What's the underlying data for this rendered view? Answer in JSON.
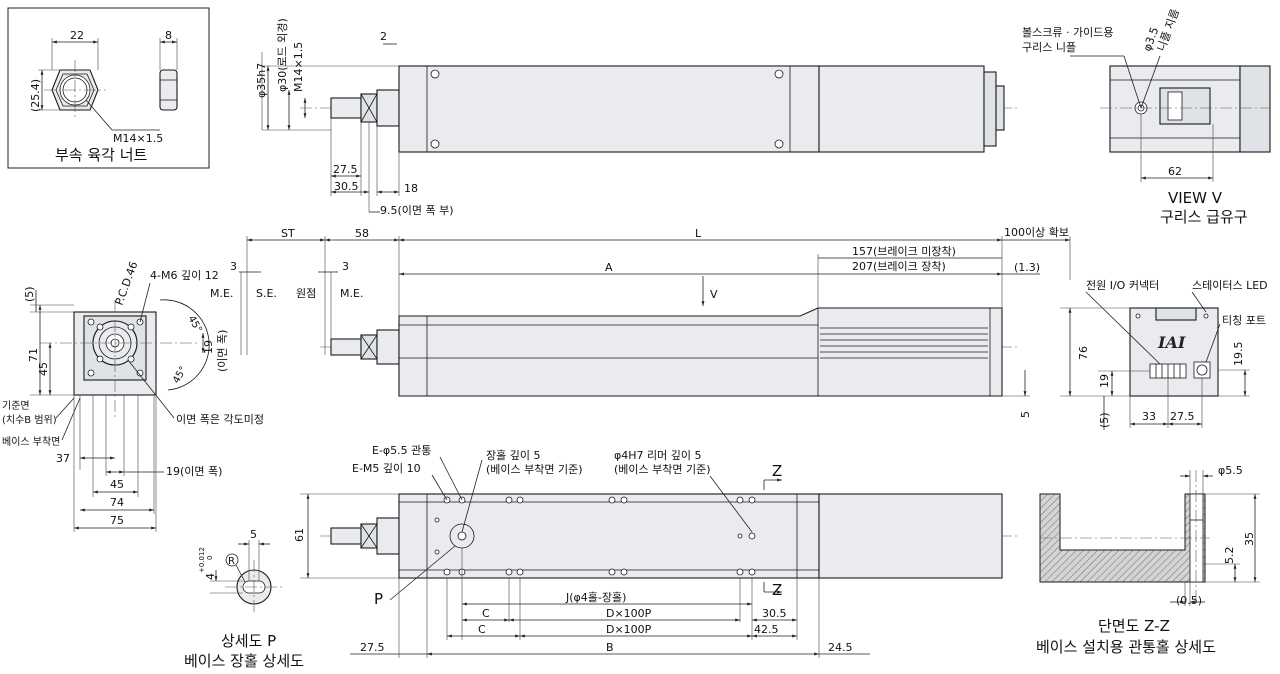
{
  "nut_view": {
    "title": "부속 육각 너트",
    "dim_width": "22",
    "dim_thick": "8",
    "dim_height": "(25.4)",
    "thread": "M14×1.5"
  },
  "side_top": {
    "dims": [
      "φ35h7",
      "φ30(로드 외경)",
      "M14×1.5",
      "2",
      "27.5",
      "30.5",
      "18",
      "9.5(이면 폭 부)"
    ]
  },
  "view_v": {
    "label_grease": "볼스크류 · 가이드용",
    "label_grease2": "구리스 니플",
    "nipple": "φ3.5",
    "nipple2": "니플 지름",
    "dim_62": "62",
    "title1": "VIEW V",
    "title2": "구리스 급유구"
  },
  "main_view": {
    "st": "ST",
    "d58": "58",
    "L": "L",
    "d100": "100이상 확보",
    "d157": "157(브레이크 미장착)",
    "d207": "207(브레이크 장착)",
    "A": "A",
    "d13": "(1.3)",
    "me1": "M.E.",
    "se": "S.E.",
    "home": "원점",
    "me2": "M.E.",
    "d3a": "3",
    "d3b": "3",
    "V": "V",
    "d5": "5"
  },
  "front_view": {
    "pcd": "P.C.D.46",
    "m6": "4-M6 깊이 12",
    "d5": "(5)",
    "d71": "71",
    "d45": "45",
    "d19": "19",
    "d19b": "(이면 폭)",
    "a45a": "45°",
    "a45b": "45°",
    "ref": "기준면",
    "ref2": "(치수B 범위)",
    "base": "베이스 부착면",
    "angle": "이면 폭은 각도미정",
    "d37": "37",
    "d19c": "19(이면 폭)",
    "d45b": "45",
    "d74": "74",
    "d75": "75"
  },
  "right_end": {
    "connector": "전원 I/O 커넥터",
    "led": "스테이터스 LED",
    "teach": "티칭 포트",
    "logo": "IAI",
    "d76": "76",
    "d195": "19.5",
    "d19": "19",
    "d5": "(5)",
    "d33": "33",
    "d275": "27.5"
  },
  "bottom_view": {
    "e55": "E-φ5.5 관통",
    "em5": "E-M5 깊이 10",
    "slot": "장홀 깊이 5",
    "slot2": "(베이스 부착면 기준)",
    "ream": "φ4H7 리머 깊이 5",
    "ream2": "(베이스 부착면 기준)",
    "Z1": "Z",
    "Z2": "Z",
    "d61": "61",
    "P": "P",
    "J": "J(φ4홀-장홀)",
    "C1": "C",
    "C2": "C",
    "D1": "D×100P",
    "D2": "D×100P",
    "d305": "30.5",
    "d425": "42.5",
    "B": "B",
    "d275": "27.5",
    "d245": "24.5"
  },
  "detail_p": {
    "tol": "4",
    "tol_sup": "+0.012",
    "tol_sub": "0",
    "d5": "5",
    "R": "R",
    "title1": "상세도 P",
    "title2": "베이스 장홀 상세도"
  },
  "section_zz": {
    "d55": "φ5.5",
    "d35": "35",
    "d52": "5.2",
    "d05": "(0.5)",
    "title1": "단면도 Z-Z",
    "title2": "베이스 설치용 관통홀 상세도"
  }
}
